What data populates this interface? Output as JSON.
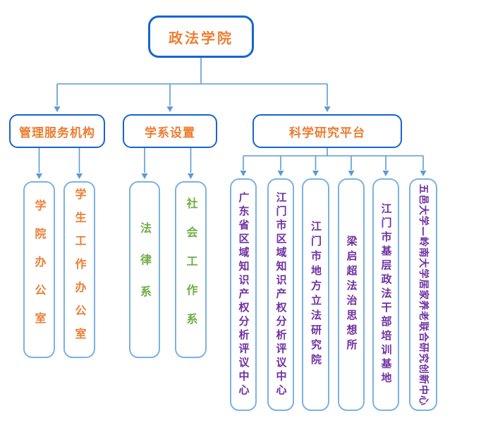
{
  "colors": {
    "strong_blue": "#1565d0",
    "light_blue": "#7cb2e2",
    "connector": "#5b9bd5",
    "orange": "#ed7d31",
    "green": "#70ad47",
    "purple": "#7030a0",
    "background": "#ffffff"
  },
  "chart_data": {
    "type": "table",
    "title": "政法学院",
    "note": "organizational chart: root with 3 branches and their children"
  },
  "tree": {
    "root": {
      "label": "政法学院"
    },
    "branches": [
      {
        "label": "管理服务机构",
        "children": [
          {
            "label": "学院办公室"
          },
          {
            "label": "学生工作办公室"
          }
        ]
      },
      {
        "label": "学系设置",
        "children": [
          {
            "label": "法律系"
          },
          {
            "label": "社会工作系"
          }
        ]
      },
      {
        "label": "科学研究平台",
        "children": [
          {
            "label": "广东省区域知识产权分析评议中心"
          },
          {
            "label": "江门市区域知识产权分析评议中心"
          },
          {
            "label": "江门市地方立法研究院"
          },
          {
            "label": "梁启超法治思想所"
          },
          {
            "label": "江门市基层政法干部培训基地"
          },
          {
            "label": "五邑大学—岭南大学居家养老联合研究创新中心"
          }
        ]
      }
    ]
  }
}
